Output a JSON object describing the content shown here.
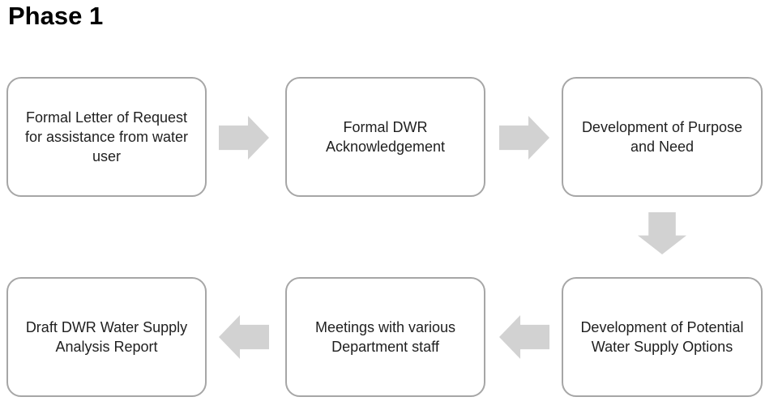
{
  "title": "Phase 1",
  "colors": {
    "arrow_fill": "#d2d2d2",
    "box_border": "#a6a6a6",
    "box_fill": "#ffffff",
    "text": "#1f1f1f",
    "title_text": "#000000",
    "canvas_bg": "#ffffff"
  },
  "flow": {
    "type": "process-flowchart",
    "nodes": [
      {
        "id": "node-1",
        "label": "Formal Letter of Request for assistance from water user"
      },
      {
        "id": "node-2",
        "label": "Formal DWR Acknowledgement"
      },
      {
        "id": "node-3",
        "label": "Development of Purpose and Need"
      },
      {
        "id": "node-4",
        "label": "Development of Potential Water Supply Options"
      },
      {
        "id": "node-5",
        "label": "Meetings with various Department staff"
      },
      {
        "id": "node-6",
        "label": "Draft DWR Water Supply Analysis Report"
      }
    ],
    "connections": [
      {
        "from": "node-1",
        "to": "node-2",
        "direction": "right"
      },
      {
        "from": "node-2",
        "to": "node-3",
        "direction": "right"
      },
      {
        "from": "node-3",
        "to": "node-4",
        "direction": "down"
      },
      {
        "from": "node-4",
        "to": "node-5",
        "direction": "left"
      },
      {
        "from": "node-5",
        "to": "node-6",
        "direction": "left"
      }
    ]
  }
}
